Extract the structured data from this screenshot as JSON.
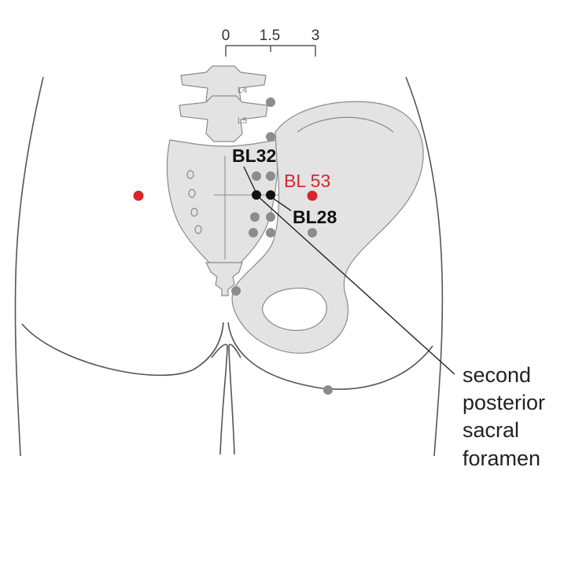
{
  "scale": {
    "ticks": [
      "0",
      "1.5",
      "3"
    ]
  },
  "vertebrae": {
    "l4": "L4",
    "l5": "L5"
  },
  "points": {
    "bl32": "BL32",
    "bl53": "BL 53",
    "bl28": "BL28"
  },
  "annotation": {
    "lines": [
      "second",
      "posterior",
      "sacral",
      "foramen"
    ]
  },
  "colors": {
    "outline": "#555555",
    "bone_fill": "#e3e3e3",
    "bone_stroke": "#8a8a8a",
    "dot_gray": "#8c8c8c",
    "dot_black": "#111111",
    "accent_red": "#d8262b",
    "text": "#222222"
  }
}
